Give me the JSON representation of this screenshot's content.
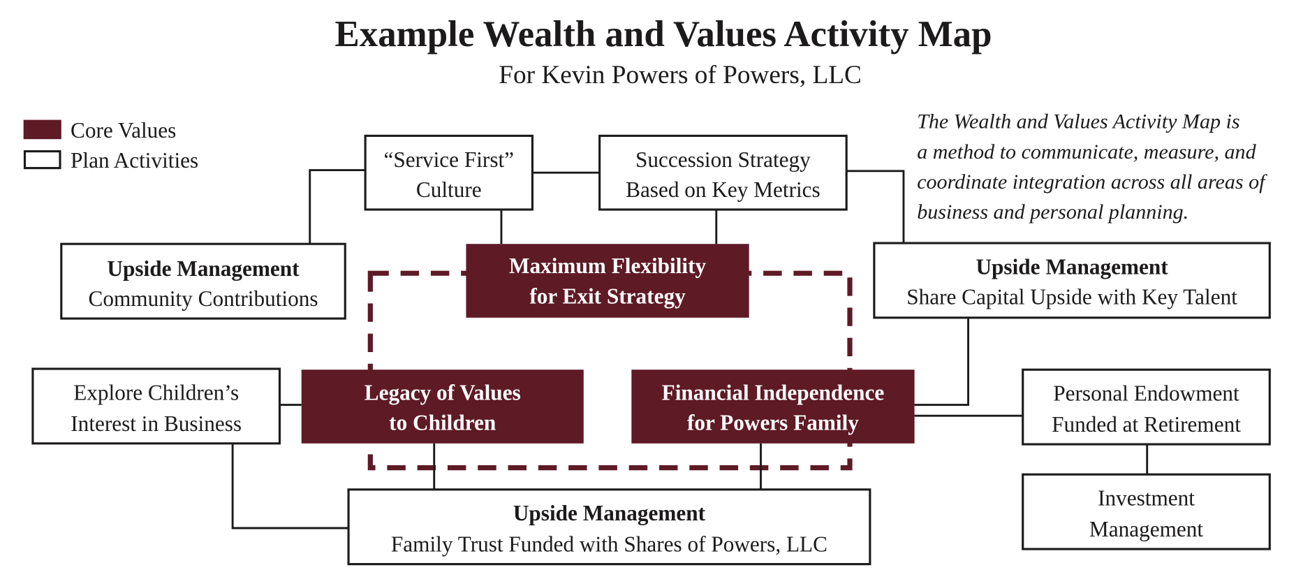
{
  "header": {
    "title": "Example Wealth and Values Activity Map",
    "subtitle": "For Kevin Powers of Powers, LLC"
  },
  "legend": {
    "core_values": {
      "label": "Core Values",
      "color": "#5e1a25"
    },
    "plan_activities": {
      "label": "Plan Activities",
      "color": "#ffffff"
    }
  },
  "note": {
    "lines": [
      "The Wealth and Values Activity Map is",
      "a method to communicate, measure, and",
      "coordinate integration across all areas of",
      "business and personal planning."
    ]
  },
  "core_values": {
    "max_flexibility": {
      "line1": "Maximum Flexibility",
      "line2": "for Exit Strategy"
    },
    "legacy": {
      "line1": "Legacy of Values",
      "line2": "to Children"
    },
    "financial_independence": {
      "line1": "Financial Independence",
      "line2": "for Powers Family"
    }
  },
  "plan_activities": {
    "service_first": {
      "line1": "“Service First”",
      "line2": "Culture"
    },
    "succession": {
      "line1": "Succession Strategy",
      "line2": "Based on Key Metrics"
    },
    "community": {
      "heading": "Upside Management",
      "line2": "Community Contributions"
    },
    "share_capital": {
      "heading": "Upside Management",
      "line2": "Share Capital Upside with Key Talent"
    },
    "explore_children": {
      "line1": "Explore Children’s",
      "line2": "Interest in Business"
    },
    "personal_endowment": {
      "line1": "Personal Endowment",
      "line2": "Funded at Retirement"
    },
    "family_trust": {
      "heading": "Upside Management",
      "line2": "Family Trust Funded with Shares of Powers, LLC"
    },
    "investment": {
      "line1": "Investment",
      "line2": "Management"
    }
  },
  "colors": {
    "core": "#5e1a25",
    "ink": "#1c1a1b",
    "background": "#ffffff"
  }
}
